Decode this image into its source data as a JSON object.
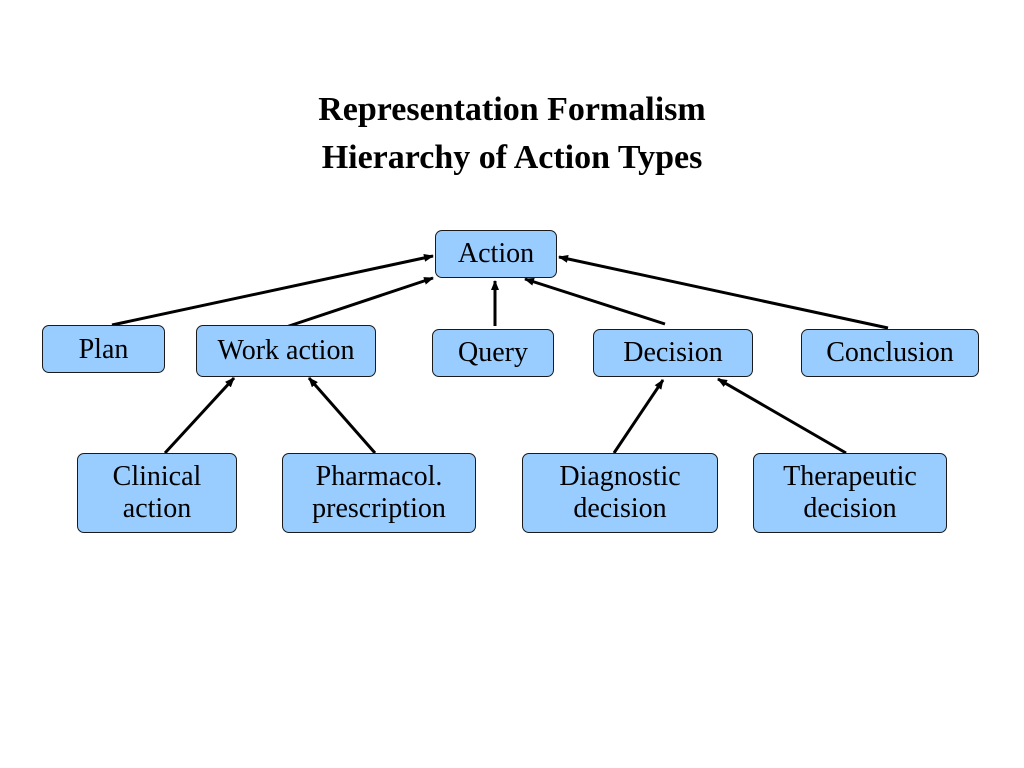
{
  "title": {
    "line1": "Representation Formalism",
    "line2": "Hierarchy of Action Types"
  },
  "nodes": {
    "action": "Action",
    "plan": "Plan",
    "work_action": "Work action",
    "query": "Query",
    "decision": "Decision",
    "conclusion": "Conclusion",
    "clinical_action": [
      "Clinical",
      "action"
    ],
    "pharmacol_prescription": [
      "Pharmacol.",
      "prescription"
    ],
    "diagnostic_decision": [
      "Diagnostic",
      "decision"
    ],
    "therapeutic_decision": [
      "Therapeutic",
      "decision"
    ]
  },
  "edges": [
    {
      "from": "plan",
      "to": "action"
    },
    {
      "from": "work_action",
      "to": "action"
    },
    {
      "from": "query",
      "to": "action"
    },
    {
      "from": "decision",
      "to": "action"
    },
    {
      "from": "conclusion",
      "to": "action"
    },
    {
      "from": "clinical_action",
      "to": "work_action"
    },
    {
      "from": "pharmacol_prescription",
      "to": "work_action"
    },
    {
      "from": "diagnostic_decision",
      "to": "decision"
    },
    {
      "from": "therapeutic_decision",
      "to": "decision"
    }
  ],
  "colors": {
    "node_fill": "#99ccff",
    "node_border": "#1a1a1a",
    "edge": "#000000"
  }
}
